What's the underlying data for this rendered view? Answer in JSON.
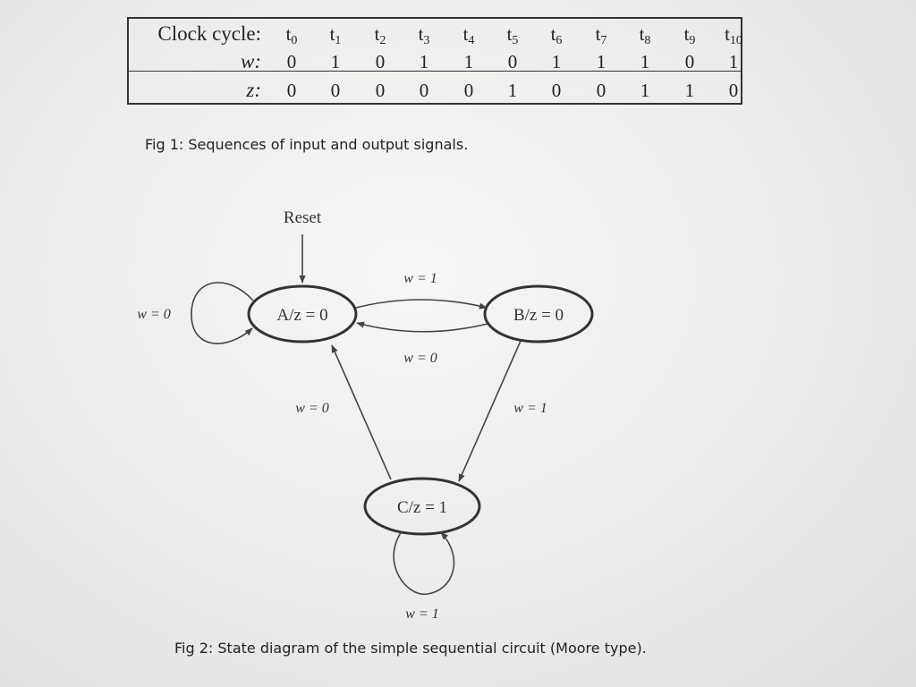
{
  "timing_table": {
    "row_labels": [
      "Clock cycle:",
      "w:",
      "z:"
    ],
    "cycles": [
      {
        "base": "t",
        "sub": "0"
      },
      {
        "base": "t",
        "sub": "1"
      },
      {
        "base": "t",
        "sub": "2"
      },
      {
        "base": "t",
        "sub": "3"
      },
      {
        "base": "t",
        "sub": "4"
      },
      {
        "base": "t",
        "sub": "5"
      },
      {
        "base": "t",
        "sub": "6"
      },
      {
        "base": "t",
        "sub": "7"
      },
      {
        "base": "t",
        "sub": "8"
      },
      {
        "base": "t",
        "sub": "9"
      },
      {
        "base": "t",
        "sub": "10"
      }
    ],
    "w": [
      "0",
      "1",
      "0",
      "1",
      "1",
      "0",
      "1",
      "1",
      "1",
      "0",
      "1"
    ],
    "z": [
      "0",
      "0",
      "0",
      "0",
      "0",
      "1",
      "0",
      "0",
      "1",
      "1",
      "0"
    ]
  },
  "captions": {
    "fig1": "Fig 1: Sequences of input and output signals.",
    "fig2": "Fig 2: State diagram of the simple sequential circuit (Moore type)."
  },
  "diagram": {
    "reset_label": "Reset",
    "states": {
      "A": "A/z = 0",
      "B": "B/z = 0",
      "C": "C/z = 1"
    },
    "edges": {
      "a_self": "w = 0",
      "a_to_b": "w = 1",
      "b_to_a": "w = 0",
      "b_to_c": "w = 1",
      "c_to_a": "w = 0",
      "c_self": "w = 1"
    }
  }
}
